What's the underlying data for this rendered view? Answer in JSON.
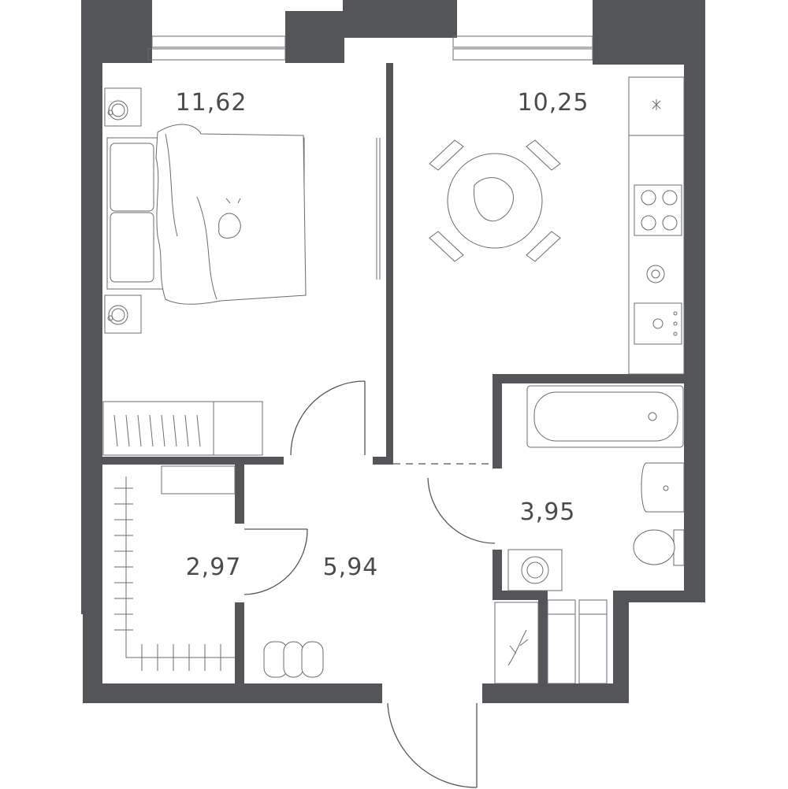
{
  "rooms": [
    {
      "name": "bedroom",
      "area": "11,62"
    },
    {
      "name": "kitchen-living",
      "area": "10,25"
    },
    {
      "name": "bathroom",
      "area": "3,95"
    },
    {
      "name": "wardrobe",
      "area": "2,97"
    },
    {
      "name": "hallway",
      "area": "5,94"
    }
  ],
  "colors": {
    "walls": "#545558",
    "fixtures": "#6a6b6e",
    "background": "#ffffff"
  },
  "icons": [
    "bed-icon",
    "cat-icon",
    "nightstand-lamp-icon",
    "dining-table-icon",
    "cooktop-icon",
    "sink-icon",
    "bathtub-icon",
    "toilet-icon",
    "washing-machine-icon",
    "wardrobe-rail-icon",
    "door-swing-icon",
    "plant-icon"
  ]
}
